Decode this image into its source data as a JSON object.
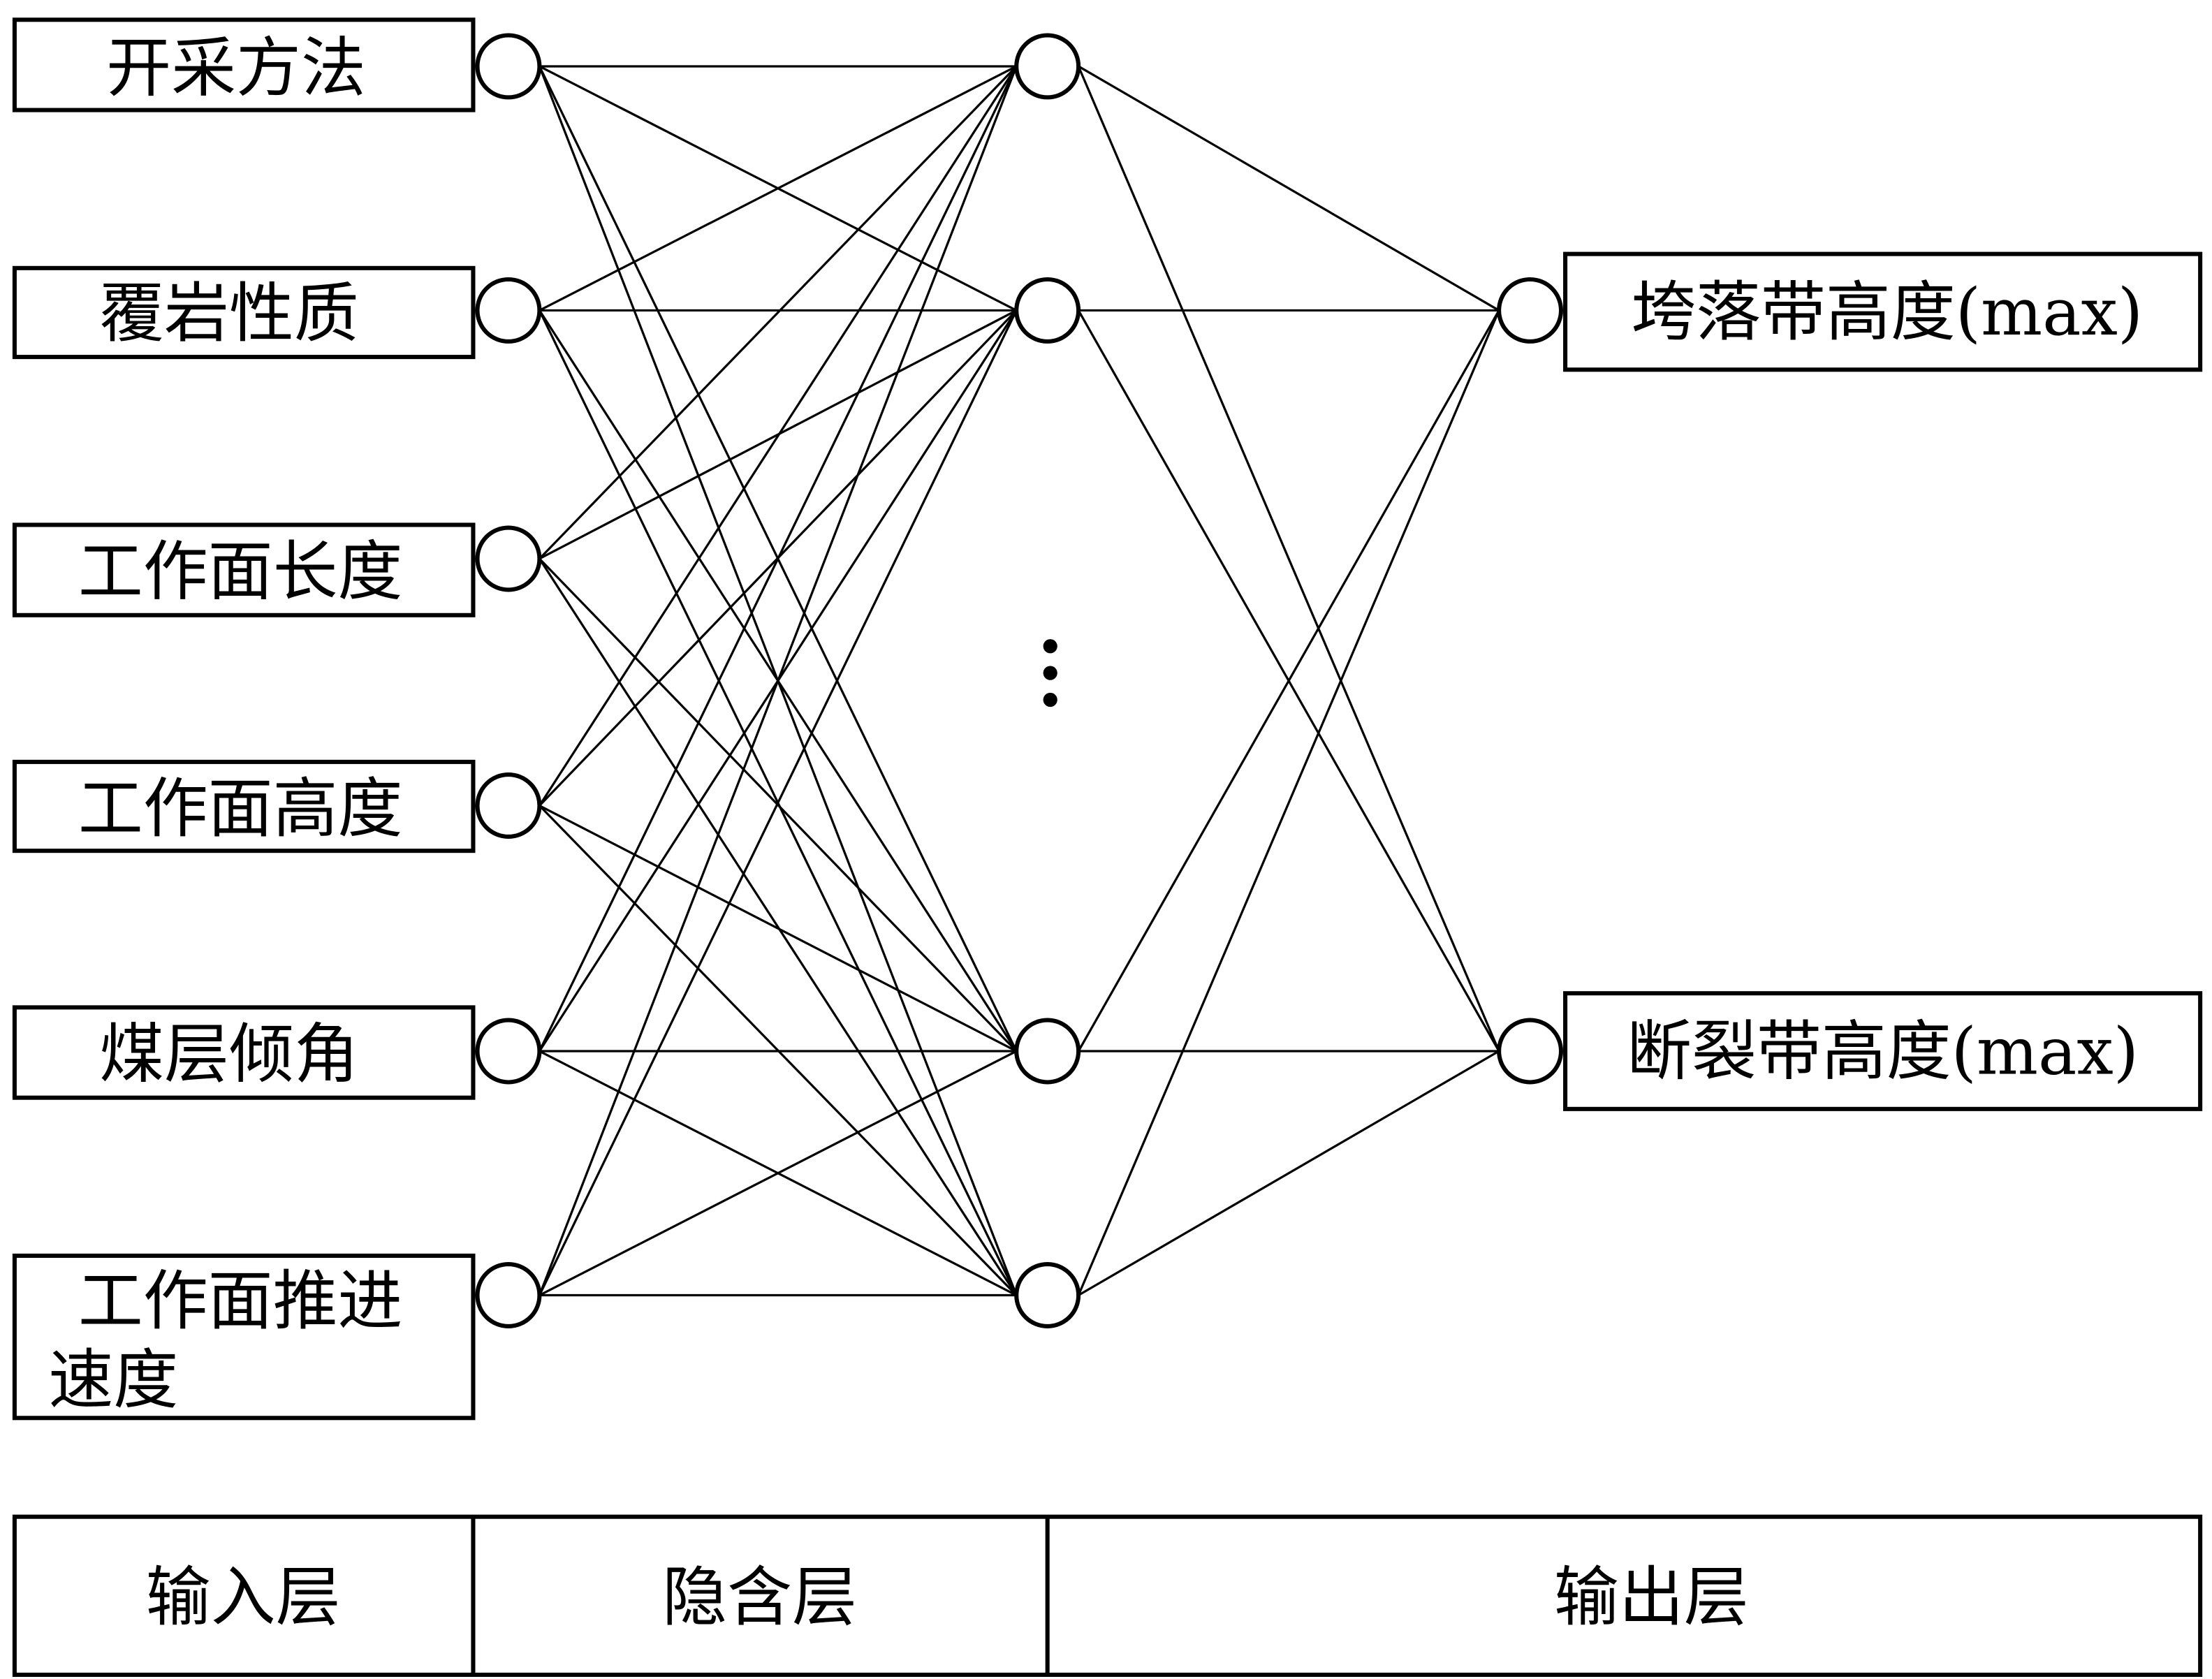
{
  "input_layer": {
    "nodes": [
      {
        "label_lines": [
          "开采方法"
        ]
      },
      {
        "label_lines": [
          "覆岩性质"
        ]
      },
      {
        "label_lines": [
          "工作面长度"
        ]
      },
      {
        "label_lines": [
          "工作面高度"
        ]
      },
      {
        "label_lines": [
          "煤层倾角"
        ]
      },
      {
        "label_lines": [
          "工作面推进",
          "速度"
        ]
      }
    ]
  },
  "hidden_layer": {
    "node_count_shown": 4,
    "ellipsis": "⋮"
  },
  "output_layer": {
    "nodes": [
      {
        "label": "垮落带高度(max)"
      },
      {
        "label": "断裂带高度(max)"
      }
    ]
  },
  "footer": {
    "input": "输入层",
    "hidden": "隐含层",
    "output": "输出层"
  },
  "colors": {
    "stroke": "#000000",
    "background": "#ffffff"
  }
}
